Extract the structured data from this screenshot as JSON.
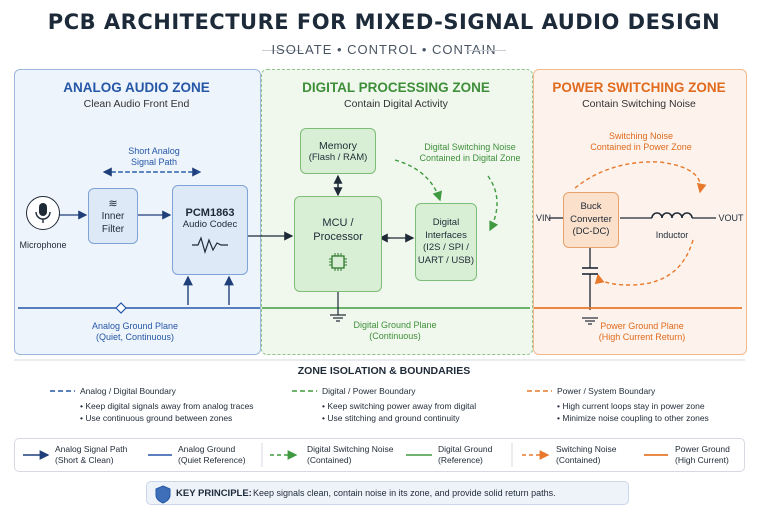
{
  "title": "PCB ARCHITECTURE FOR MIXED-SIGNAL AUDIO DESIGN",
  "subtitle": "ISOLATE • CONTROL • CONTAIN",
  "colors": {
    "analog": "#2557a7",
    "digital": "#3f9a3f",
    "power": "#e8782b"
  },
  "analog_zone": {
    "title": "ANALOG AUDIO ZONE",
    "subtitle": "Clean Audio Front End",
    "short_path": "Short Analog\nSignal Path",
    "microphone": "Microphone",
    "filter": "Inner\nFilter",
    "codec_title": "PCM1863",
    "codec_sub": "Audio Codec",
    "ground": "Analog Ground Plane\n(Quiet, Continuous)"
  },
  "digital_zone": {
    "title": "DIGITAL PROCESSING ZONE",
    "subtitle": "Contain Digital Activity",
    "memory_title": "Memory",
    "memory_sub": "(Flash / RAM)",
    "mcu": "MCU /\nProcessor",
    "interfaces": "Digital\nInterfaces\n(I2S / SPI /\nUART / USB)",
    "noise": "Digital Switching Noise\nContained in Digital Zone",
    "ground": "Digital Ground Plane\n(Continuous)"
  },
  "power_zone": {
    "title": "POWER SWITCHING ZONE",
    "subtitle": "Contain Switching Noise",
    "noise": "Switching Noise\nContained in Power Zone",
    "vin": "VIN",
    "buck": "Buck\nConverter\n(DC-DC)",
    "inductor": "Inductor",
    "vout": "VOUT",
    "ground": "Power Ground Plane\n(High Current Return)"
  },
  "boundaries": {
    "title": "ZONE ISOLATION & BOUNDARIES",
    "items": [
      {
        "label": "Analog / Digital Boundary",
        "bullets": [
          "• Keep digital signals away from analog traces",
          "• Use continuous ground between zones"
        ]
      },
      {
        "label": "Digital / Power Boundary",
        "bullets": [
          "• Keep switching power away from digital",
          "• Use stitching and ground continuity"
        ]
      },
      {
        "label": "Power / System Boundary",
        "bullets": [
          "• High current loops stay in power zone",
          "• Minimize noise coupling to other zones"
        ]
      }
    ]
  },
  "legend": [
    {
      "label": "Analog Signal Path\n(Short & Clean)"
    },
    {
      "label": "Analog Ground\n(Quiet Reference)"
    },
    {
      "label": "Digital Switching Noise\n(Contained)"
    },
    {
      "label": "Digital Ground\n(Reference)"
    },
    {
      "label": "Switching Noise\n(Contained)"
    },
    {
      "label": "Power Ground\n(High Current)"
    }
  ],
  "key_principle": {
    "label": "KEY PRINCIPLE:",
    "text": "Keep signals clean, contain noise in its zone, and provide solid return paths."
  }
}
